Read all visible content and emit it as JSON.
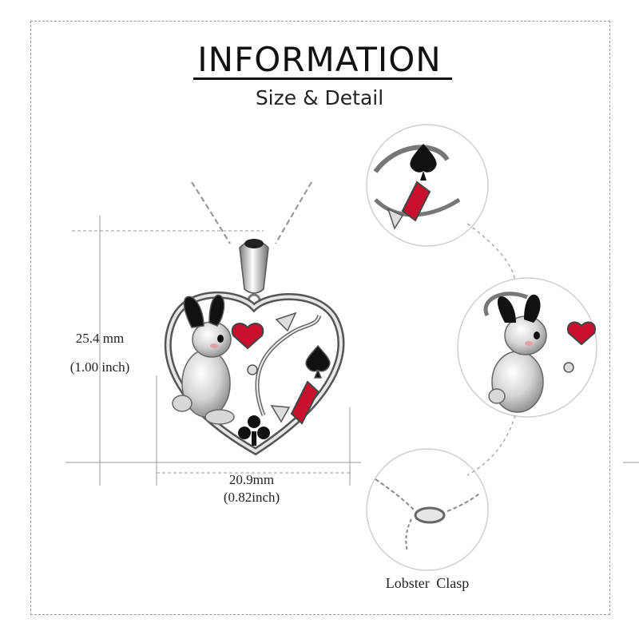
{
  "header": {
    "title": "INFORMATION",
    "subtitle": "Size & Detail"
  },
  "dimensions": {
    "height_mm": "25.4 mm",
    "height_in": "(1.00 inch)",
    "width_mm": "20.9mm",
    "width_in": "(0.82inch)"
  },
  "details": {
    "clasp_label": "Lobster  Clasp"
  },
  "colors": {
    "enamel_red": "#c8102e",
    "enamel_black": "#111111",
    "silver": "#c9c9c9"
  }
}
